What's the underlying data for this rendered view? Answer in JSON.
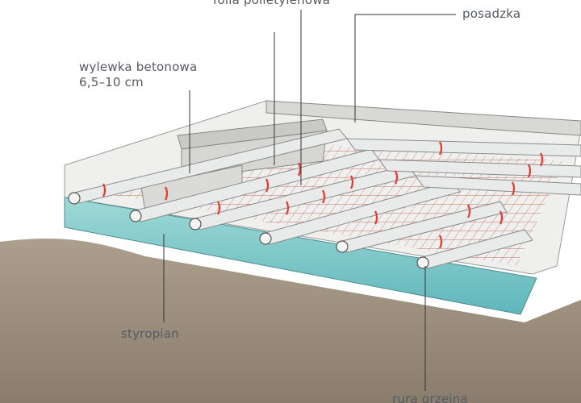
{
  "labels": {
    "folia": "folia polietylenowa",
    "posadzka": "posadzka",
    "wylewka_line1": "wylewka betonowa",
    "wylewka_line2": "6,5–10 cm",
    "styropian": "styropian",
    "rura": "rura grzejna"
  },
  "colors": {
    "ground": "#8a7a66",
    "insulation": "#7fc8c8",
    "screed": "#cfcfcc",
    "pipe": "#e9eaea",
    "clip": "#e83a30",
    "mesh": "#b04a3c",
    "leader": "#333333",
    "text": "#555a60"
  }
}
